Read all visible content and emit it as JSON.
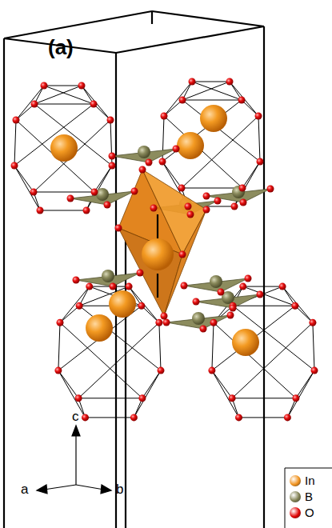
{
  "diagram": {
    "labels": [
      "(a)",
      "c",
      "a",
      "b"
    ],
    "legend": [
      {
        "text": "In",
        "color": "#f0901a"
      },
      {
        "text": "B",
        "color": "#7f7f50"
      },
      {
        "text": "O",
        "color": "#e00000"
      }
    ]
  }
}
